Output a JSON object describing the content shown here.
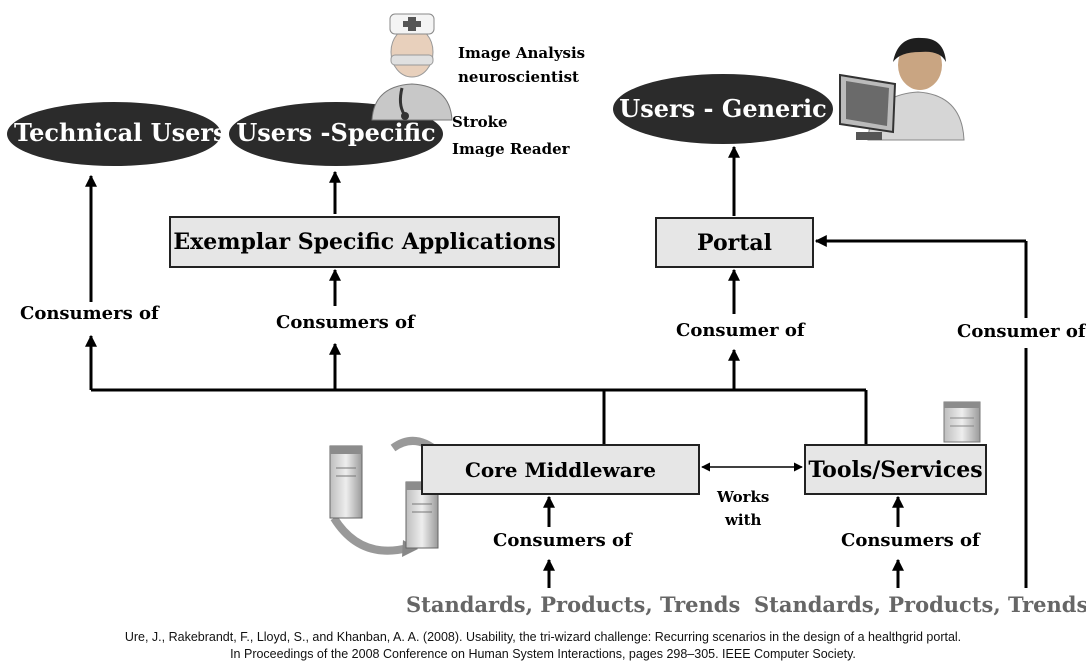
{
  "users": {
    "technical": "Technical Users",
    "specific": "Users -Specific",
    "generic": "Users - Generic"
  },
  "roles": {
    "analysis_line1": "Image Analysis",
    "analysis_line2": "neuroscientist",
    "stroke_line1": "Stroke",
    "stroke_line2": "Image Reader"
  },
  "boxes": {
    "exemplar": "Exemplar Specific Applications",
    "portal": "Portal",
    "middleware": "Core Middleware",
    "tools": "Tools/Services"
  },
  "links": {
    "consumers_of": "Consumers of",
    "consumer_of": "Consumer of",
    "works_with_line1": "Works",
    "works_with_line2": "with"
  },
  "standards": "Standards, Products, Trends",
  "citation": {
    "line1": "Ure, J., Rakebrandt, F., Lloyd, S., and Khanban, A. A. (2008). Usability, the tri-wizard challenge: Recurring scenarios in the design of a healthgrid portal.",
    "line2": "In Proceedings of the 2008 Conference on Human System Interactions, pages 298–305. IEEE Computer Society."
  },
  "colors": {
    "ellipse_fill": "#2b2b2b",
    "box_fill": "#e6e6e6",
    "standards_text": "#666666",
    "line": "#000000"
  },
  "icons": [
    "doctor-icon",
    "computer-user-icon",
    "server-pair-icon",
    "server-icon"
  ]
}
